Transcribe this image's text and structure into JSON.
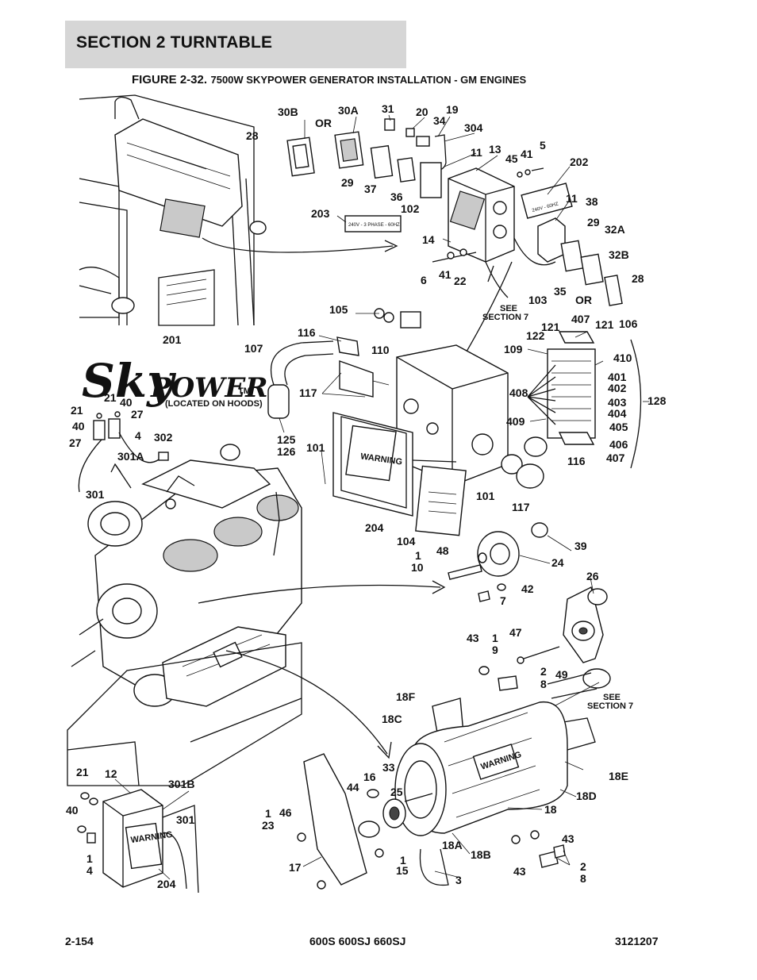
{
  "header": {
    "section_title": "SECTION 2   TURNTABLE",
    "figure_number": "FIGURE 2-32.",
    "figure_description": "7500W SKYPOWER GENERATOR INSTALLATION - GM ENGINES"
  },
  "diagram": {
    "callouts": [
      "30B",
      "OR",
      "30A",
      "31",
      "20",
      "19",
      "34",
      "304",
      "28",
      "11",
      "13",
      "45",
      "41",
      "5",
      "202",
      "29",
      "37",
      "36",
      "102",
      "203",
      "11",
      "38",
      "29",
      "32A",
      "14",
      "32B",
      "28",
      "6",
      "41",
      "22",
      "103",
      "35",
      "OR",
      "105",
      "116",
      "110",
      "121",
      "122",
      "407",
      "121",
      "106",
      "109",
      "410",
      "201",
      "107",
      "401",
      "402",
      "403",
      "404",
      "405",
      "406",
      "407",
      "408",
      "409",
      "128",
      "117",
      "21",
      "40",
      "21",
      "27",
      "40",
      "4",
      "27",
      "302",
      "301A",
      "125",
      "126",
      "101",
      "101",
      "116",
      "117",
      "301",
      "204",
      "104",
      "48",
      "1",
      "10",
      "39",
      "24",
      "42",
      "7",
      "26",
      "43",
      "1",
      "9",
      "47",
      "2",
      "8",
      "49",
      "18F",
      "18C",
      "33",
      "16",
      "44",
      "25",
      "18E",
      "18D",
      "18",
      "21",
      "12",
      "301B",
      "40",
      "1",
      "46",
      "23",
      "301",
      "1",
      "4",
      "204",
      "17",
      "1",
      "15",
      "18A",
      "18B",
      "3",
      "43",
      "43",
      "2",
      "8"
    ],
    "see_section_labels": [
      "SEE",
      "SECTION 7",
      "SEE",
      "SECTION 7"
    ],
    "decal_203": "240V - 3 PHASE - 60HZ",
    "decal_202": "240V - 60HZ",
    "logo_sky": "Sky",
    "logo_power": "POWER",
    "logo_tm": "TM",
    "logo_caption": "(LOCATED ON HOODS)",
    "warning_text": "WARNING"
  },
  "footer": {
    "page_number": "2-154",
    "models": "600S 600SJ 660SJ",
    "doc_number": "3121207"
  }
}
